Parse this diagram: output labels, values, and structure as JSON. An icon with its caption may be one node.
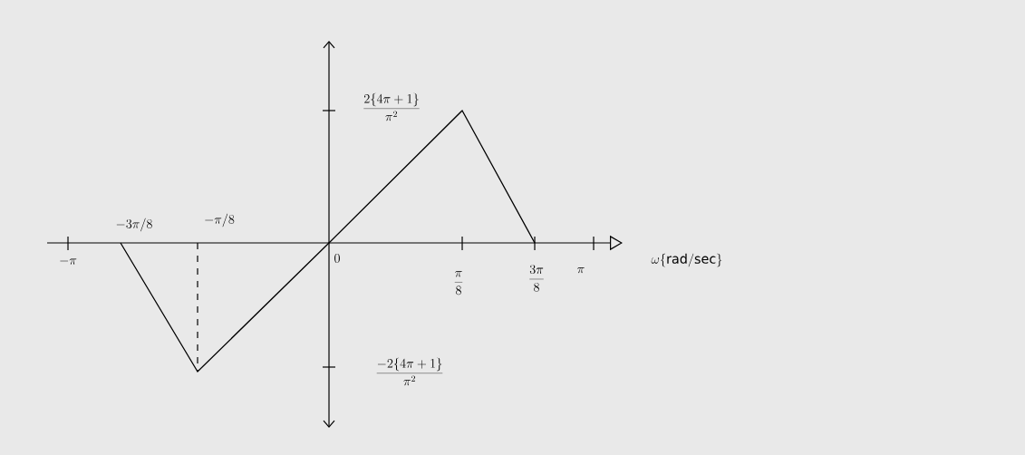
{
  "diagram": {
    "labels": [
      "-3\\pi/8",
      "-\\pi/8",
      "-\\pi",
      "0",
      "\\frac{2\\{4\\pi+1\\}}{\\pi^2}",
      "\\frac{\\pi}{8}",
      "\\frac{3\\pi}{8}",
      "\\pi",
      "\\omega\\{\\mathrm{rad/sec}\\}",
      "\\frac{-2\\{4\\pi+1\\}}{\\pi^2}"
    ]
  }
}
